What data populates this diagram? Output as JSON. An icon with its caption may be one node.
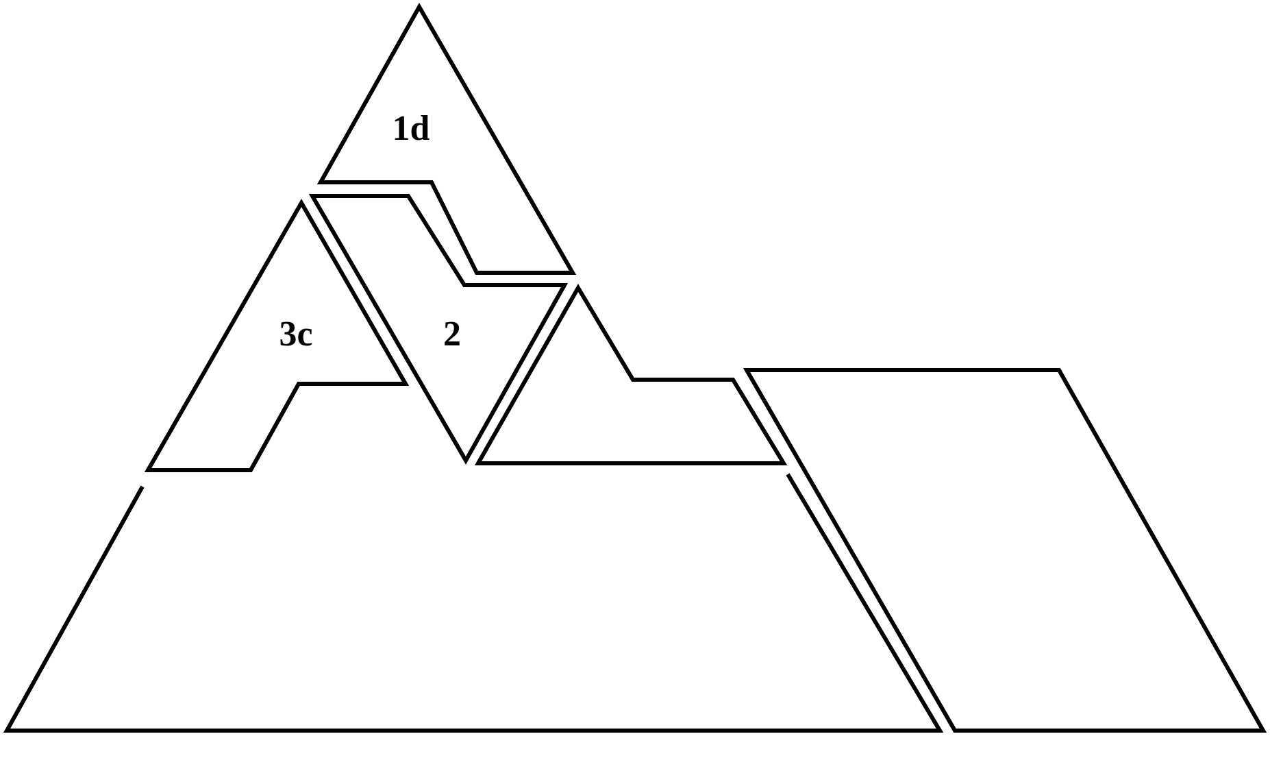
{
  "diagram": {
    "nodes": [
      {
        "text": [
          "1d"
        ]
      },
      {
        "text": [
          "3c"
        ]
      },
      {
        "text": [
          "2"
        ]
      },
      {
        "text": [],
        "shape": "polygon"
      },
      {
        "text": [],
        "shape": "trapezoid"
      },
      {
        "text": [],
        "shape": "parallelogram"
      }
    ]
  }
}
